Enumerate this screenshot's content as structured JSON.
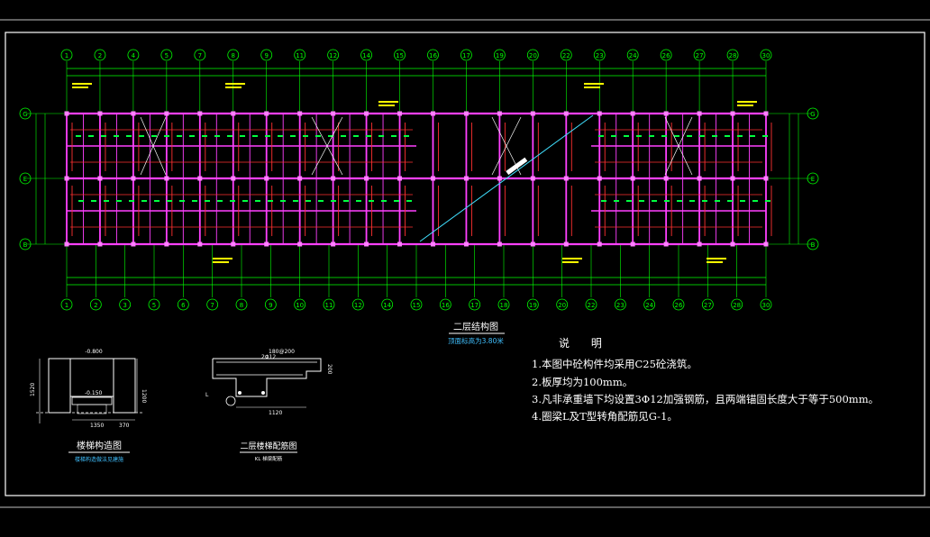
{
  "drawing": {
    "grid_columns_top": [
      "1",
      "2",
      "4",
      "5",
      "7",
      "8",
      "9",
      "11",
      "12",
      "14",
      "15",
      "16",
      "17",
      "19",
      "20",
      "22",
      "23",
      "24",
      "26",
      "27",
      "28",
      "30"
    ],
    "grid_columns_bottom": [
      "1",
      "2",
      "3",
      "5",
      "6",
      "7",
      "8",
      "9",
      "10",
      "11",
      "12",
      "14",
      "15",
      "16",
      "17",
      "18",
      "19",
      "20",
      "22",
      "23",
      "24",
      "26",
      "27",
      "28",
      "30"
    ],
    "grid_rows": [
      "G",
      "E",
      "B"
    ],
    "plan_title": "二层结构图",
    "plan_subtitle": "顶面标高为3.80米",
    "detail1_title": "楼梯构造图",
    "detail1_note": "楼梯构造做法见建施",
    "detail2_title": "二层楼梯配筋图",
    "detail2_note": "KL 梯梁配筋",
    "detail1_dims": [
      "-0.800",
      "-0.150",
      "1200",
      "1350",
      "370",
      "1520"
    ],
    "detail2_dims": [
      "180@200",
      "2Φ12",
      "200",
      "1120",
      "L"
    ]
  },
  "notes": {
    "title": "说 明",
    "items": [
      "1.本图中砼构件均采用C25砼浇筑。",
      "2.板厚均为100mm。",
      "3.凡非承重墙下均设置3Φ12加强钢筋，且两端锚固长度大于等于500mm。",
      "4.圈梁L及T型转角配筋见G-1。"
    ]
  },
  "colors": {
    "background": "#000000",
    "axis": "#00ff00",
    "beam": "#ff40ff",
    "rebar": "#ff3030",
    "label": "#ffff00",
    "diagonal": "#40e0ff",
    "frame": "#ffffff"
  }
}
